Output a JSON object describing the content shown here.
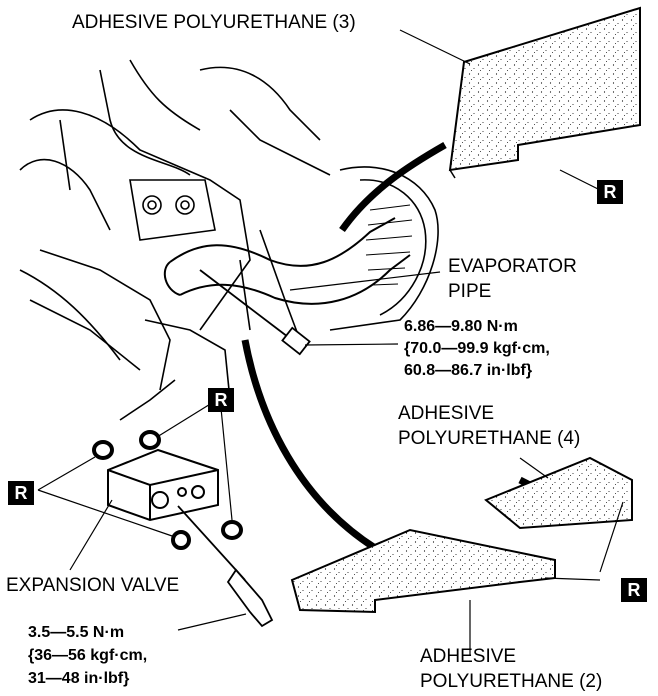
{
  "labels": {
    "adhesive_3": "ADHESIVE POLYURETHANE (3)",
    "evaporator_pipe_line1": "EVAPORATOR",
    "evaporator_pipe_line2": "PIPE",
    "adhesive_4_line1": "ADHESIVE",
    "adhesive_4_line2": "POLYURETHANE (4)",
    "expansion_valve": "EXPANSION VALVE",
    "adhesive_2_line1": "ADHESIVE",
    "adhesive_2_line2": "POLYURETHANE (2)"
  },
  "torque_specs": {
    "evaporator_bolt": {
      "line1": "6.86—9.80 N·m",
      "line2": "{70.0—99.9 kgf·cm,",
      "line3": "60.8—86.7 in·lbf}"
    },
    "expansion_valve_bolt": {
      "line1": "3.5—5.5 N·m",
      "line2": "{36—56 kgf·cm,",
      "line3": "31—48 in·lbf}"
    }
  },
  "replace_marker": "R",
  "colors": {
    "line": "#000000",
    "pad_fill": "#ffffff",
    "badge_bg": "#000000",
    "badge_text": "#ffffff"
  }
}
